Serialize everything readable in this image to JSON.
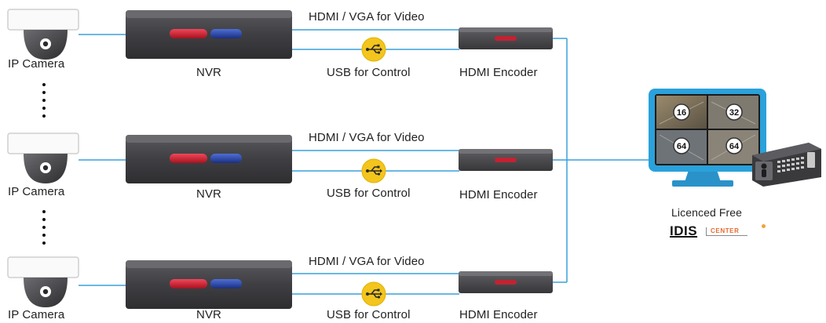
{
  "rows": [
    {
      "camera_label": "IP Camera",
      "nvr_label": "NVR",
      "video_label": "HDMI / VGA for Video",
      "control_label": "USB for Control",
      "encoder_label": "HDMI Encoder"
    },
    {
      "camera_label": "IP Camera",
      "nvr_label": "NVR",
      "video_label": "HDMI / VGA for Video",
      "control_label": "USB for Control",
      "encoder_label": "HDMI Encoder"
    },
    {
      "camera_label": "IP Camera",
      "nvr_label": "NVR",
      "video_label": "HDMI / VGA for Video",
      "control_label": "USB for Control",
      "encoder_label": "HDMI Encoder"
    }
  ],
  "monitor": {
    "tile_labels": [
      "16",
      "32",
      "64",
      "64"
    ]
  },
  "center": {
    "caption": "Licenced Free",
    "logo_brand": "IDIS",
    "logo_sub": "CENTER"
  },
  "colors": {
    "cable": "#3aa0dc",
    "device_body": "#4b4b4e",
    "red_port": "#d6283a",
    "blue_port": "#2f4fb2",
    "usb_badge": "#f3c51d",
    "monitor_frame": "#2aa1da",
    "brand_accent": "#e56b2c"
  }
}
